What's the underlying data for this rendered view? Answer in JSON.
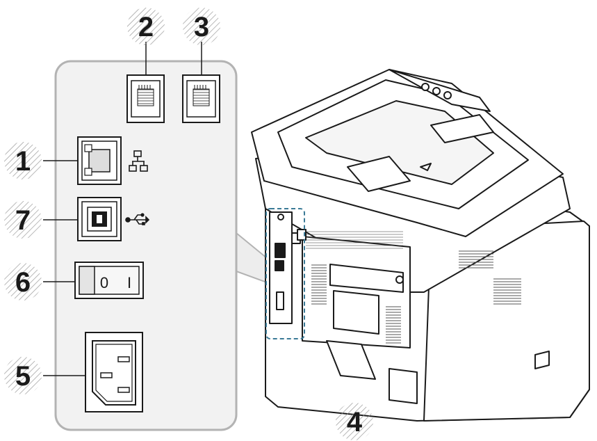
{
  "callouts": [
    {
      "id": "1",
      "label": "1"
    },
    {
      "id": "2",
      "label": "2"
    },
    {
      "id": "3",
      "label": "3"
    },
    {
      "id": "4",
      "label": "4"
    },
    {
      "id": "5",
      "label": "5"
    },
    {
      "id": "6",
      "label": "6"
    },
    {
      "id": "7",
      "label": "7"
    }
  ],
  "switch": {
    "off_label": "0",
    "on_label": "I"
  },
  "icons": {
    "network": "network-icon",
    "usb": "usb-icon"
  },
  "colors": {
    "panel_fill": "#f2f2f2",
    "panel_border": "#b3b3b3",
    "highlight_dash": "#3a7a96",
    "ink": "#1a1a1a"
  }
}
